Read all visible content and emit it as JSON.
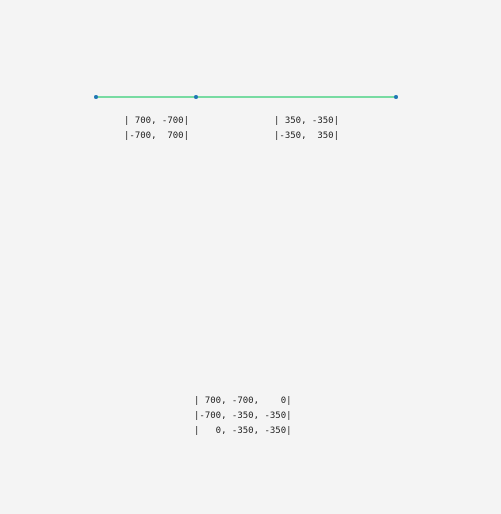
{
  "diagram": {
    "line_color": "#2ecc71",
    "node_color": "#1f77b4",
    "node_count": 3,
    "matrix_a": {
      "rows": [
        "| 700, -700|",
        "|-700,  700|"
      ]
    },
    "matrix_b": {
      "rows": [
        "| 350, -350|",
        "|-350,  350|"
      ]
    },
    "matrix_c": {
      "rows": [
        "| 700, -700,    0|",
        "|-700, -350, -350|",
        "|   0, -350, -350|"
      ]
    }
  }
}
